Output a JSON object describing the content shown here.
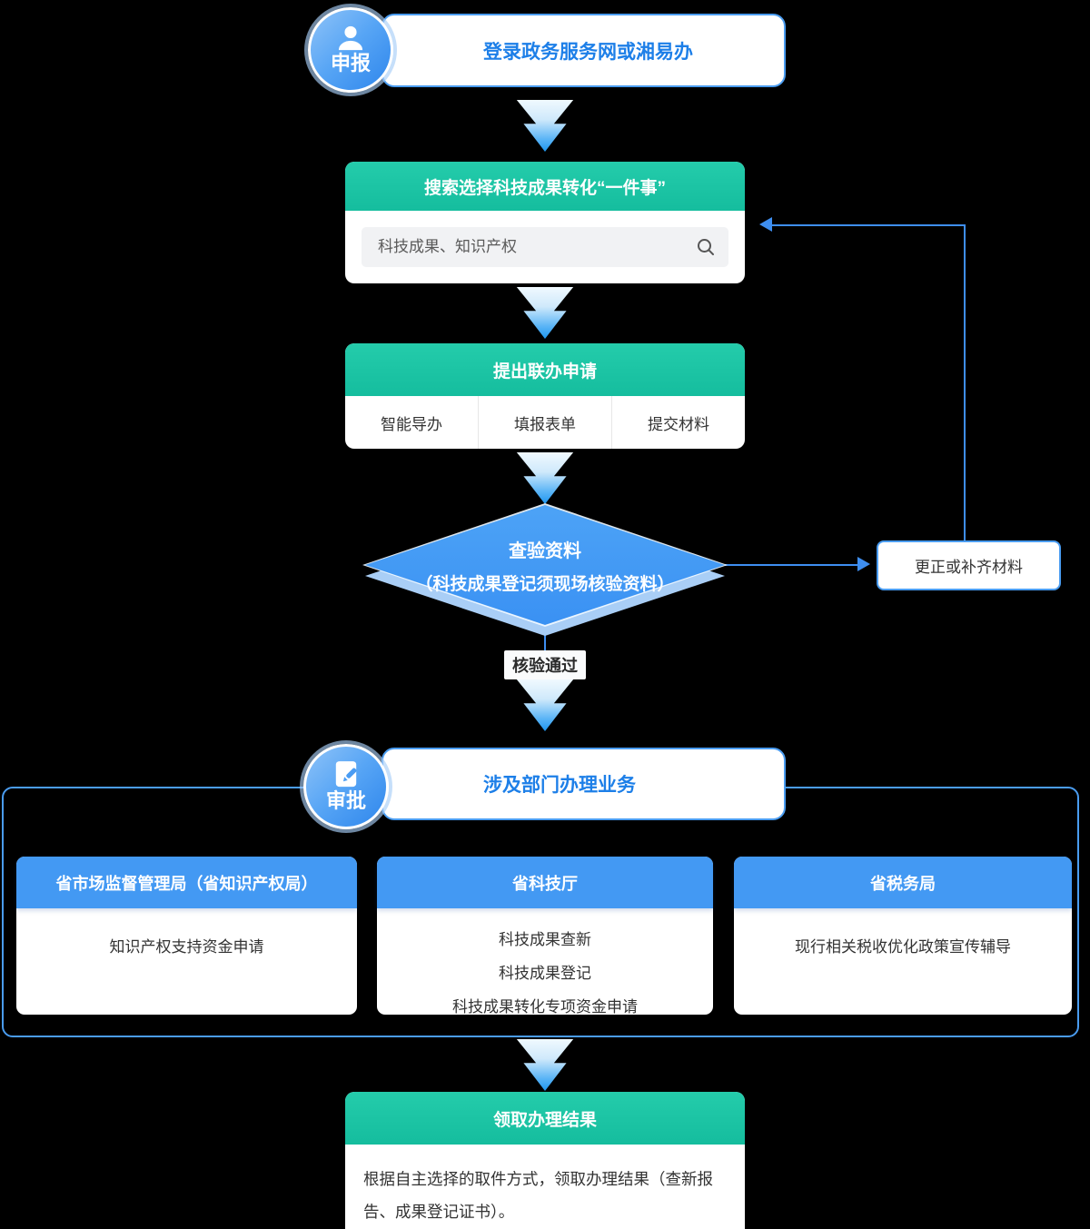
{
  "colors": {
    "accent_teal": "#1cc3a4",
    "dept_header_blue": "#4399f3",
    "connector_blue": "#3e8ef0",
    "title_blue": "#1d7fe8",
    "diamond_blue": "#3f96f4"
  },
  "stage_declare": {
    "badge": "申报",
    "title": "登录政务服务网或湘易办"
  },
  "search_step": {
    "title": "搜索选择科技成果转化“一件事”",
    "search_placeholder": "科技成果、知识产权"
  },
  "apply_step": {
    "title": "提出联办申请",
    "options": [
      "智能导办",
      "填报表单",
      "提交材料"
    ]
  },
  "review_diamond": {
    "line1": "查验资料",
    "line2": "（科技成果登记须现场核验资料）"
  },
  "correction_box": {
    "label": "更正或补齐材料"
  },
  "pass_label": "核验通过",
  "stage_approve": {
    "badge": "审批",
    "title": "涉及部门办理业务"
  },
  "departments": [
    {
      "title": "省市场监督管理局（省知识产权局）",
      "items": [
        "知识产权支持资金申请"
      ]
    },
    {
      "title": "省科技厅",
      "items": [
        "科技成果查新",
        "科技成果登记",
        "科技成果转化专项资金申请"
      ]
    },
    {
      "title": "省税务局",
      "items": [
        "现行相关税收优化政策宣传辅导"
      ]
    }
  ],
  "result_step": {
    "title": "领取办理结果",
    "description": "根据自主选择的取件方式，领取办理结果（查新报告、成果登记证书）。"
  }
}
